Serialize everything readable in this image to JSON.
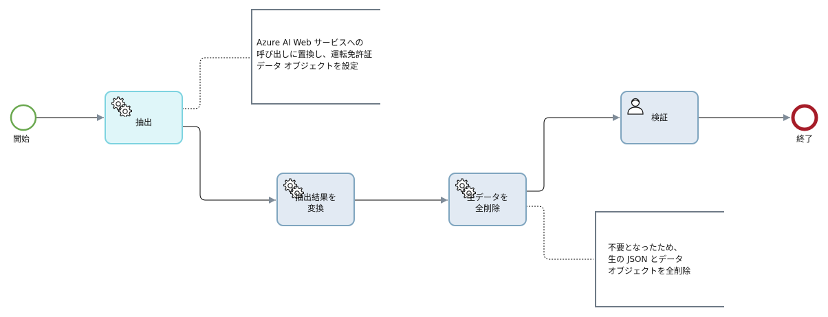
{
  "events": {
    "start": {
      "label": "開始",
      "color": "#6aa84f"
    },
    "end": {
      "label": "終了",
      "color": "#a61c28"
    }
  },
  "tasks": {
    "extract": {
      "label": "抽出",
      "type": "service-task",
      "icon": "gears-icon",
      "selected": true
    },
    "transform": {
      "label": "抽出結果を\n変換",
      "type": "service-task",
      "icon": "gears-icon"
    },
    "delete": {
      "label": "生データを\n全削除",
      "type": "service-task",
      "icon": "gears-icon"
    },
    "verify": {
      "label": "検証",
      "type": "user-task",
      "icon": "user-icon"
    }
  },
  "annotations": {
    "top": {
      "text": "Azure AI Web サービスへの\n呼び出しに置換し、運転免許証\nデータ オブジェクトを設定"
    },
    "bottom": {
      "text": "不要となったため、\n生の JSON とデータ\nオブジェクトを全削除"
    }
  },
  "colors": {
    "task_border": "#7fa5bf",
    "task_fill": "#e2eaf3",
    "selected_border": "#7dd3e0",
    "selected_fill": "#dff6f9",
    "connector": "#000000",
    "arrowhead": "#7f8c99",
    "annotation_bracket": "#6e7a86"
  }
}
